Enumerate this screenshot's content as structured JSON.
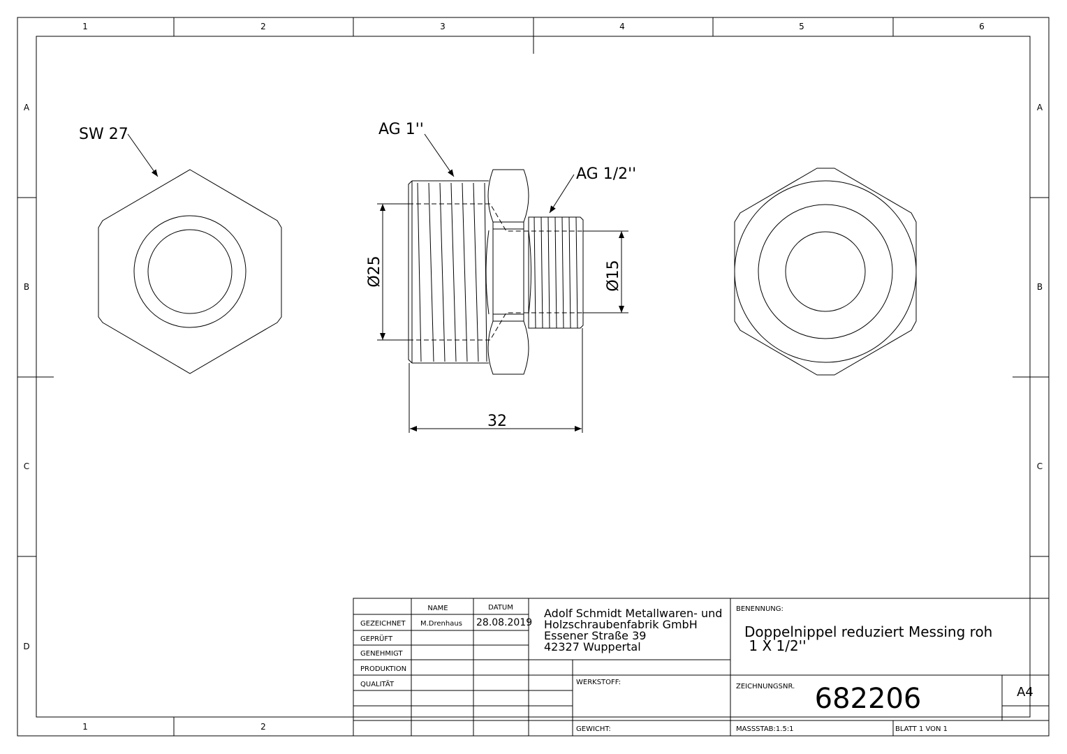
{
  "frame": {
    "columns": [
      "1",
      "2",
      "3",
      "4",
      "5",
      "6"
    ],
    "rows": [
      "A",
      "B",
      "C",
      "D"
    ],
    "bottom_columns": [
      "1",
      "2"
    ]
  },
  "annotations": {
    "sw": "SW 27",
    "ag1": "AG 1''",
    "ag12": "AG 1/2''",
    "dia25": "Ø25",
    "dia15": "Ø15",
    "len32": "32"
  },
  "title_block": {
    "name_header": "NAME",
    "date_header": "DATUM",
    "rows": [
      "GEZEICHNET",
      "GEPRÜFT",
      "GENEHMIGT",
      "PRODUKTION",
      "QUALITÄT"
    ],
    "drawn_by": "M.Drenhaus",
    "drawn_date": "28.08.2019",
    "company": [
      "Adolf Schmidt Metallwaren- und",
      "Holzschraubenfabrik GmbH",
      "Essener Straße 39",
      "42327 Wuppertal"
    ],
    "benennung_label": "BENENNUNG:",
    "benennung": [
      "Doppelnippel reduziert Messing roh",
      " 1 X 1/2''"
    ],
    "werkstoff_label": "WERKSTOFF:",
    "zeichnungsnr_label": "ZEICHNUNGSNR.",
    "zeichnungsnr": "682206",
    "format": "A4",
    "gewicht_label": "GEWICHT:",
    "massstab": "MASSSTAB:1.5:1",
    "blatt": "BLATT 1 VON 1"
  }
}
